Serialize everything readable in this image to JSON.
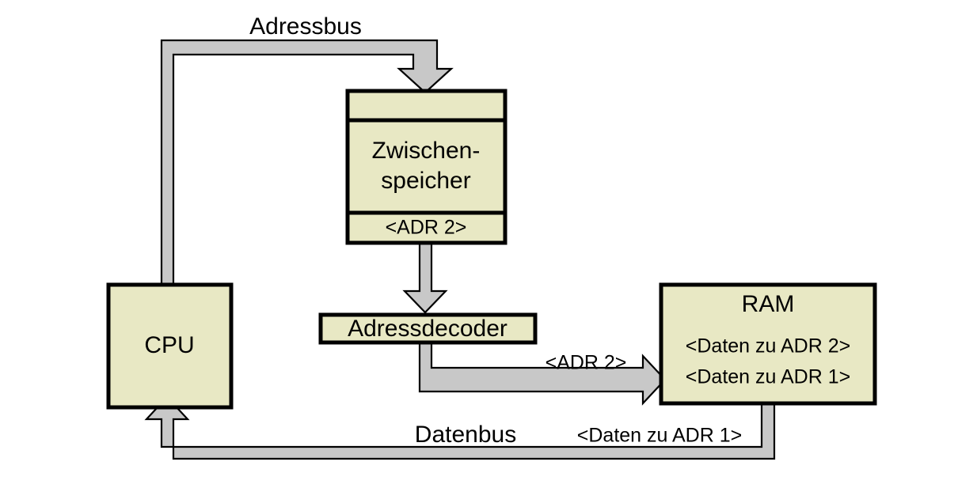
{
  "diagram": {
    "title_visible": false,
    "colors": {
      "node_fill": "#e8e8c4",
      "node_border": "#000000",
      "bus_fill": "#c8c8c8",
      "bus_border": "#000000",
      "background": "#ffffff",
      "text": "#000000"
    },
    "nodes": {
      "cpu": {
        "label": "CPU"
      },
      "zwischenspeicher": {
        "slot_top": "",
        "label_line1": "Zwischen-",
        "label_line2": "speicher",
        "slot_bottom": "<ADR 2>"
      },
      "adressdecoder": {
        "label": "Adressdecoder"
      },
      "ram": {
        "title": "RAM",
        "row1": "<Daten zu ADR 2>",
        "row2": "<Daten zu ADR 1>"
      }
    },
    "buses": {
      "adressbus": {
        "label": "Adressbus",
        "from": "CPU",
        "to": "Zwischenspeicher"
      },
      "decoder_to_ram": {
        "label": "<ADR 2>",
        "from": "Adressdecoder",
        "to": "RAM"
      },
      "datenbus": {
        "label": "Datenbus",
        "payload": "<Daten zu ADR 1>",
        "from": "RAM",
        "to": "CPU"
      },
      "speicher_to_decoder": {
        "label": "",
        "from": "Zwischenspeicher",
        "to": "Adressdecoder"
      }
    }
  }
}
